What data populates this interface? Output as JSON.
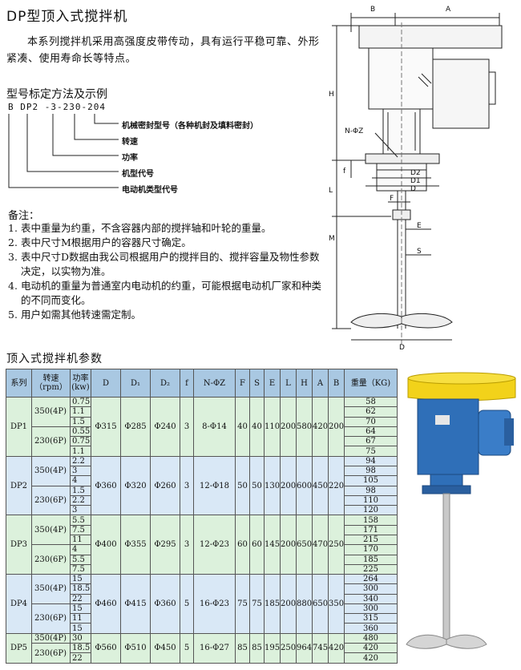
{
  "title": "DP型顶入式搅拌机",
  "intro": "本系列搅拌机采用高强度皮带传动，具有运行平稳可靠、外形紧凑、使用寿命长等特点。",
  "model": {
    "heading": "型号标定方法及示例",
    "code": "B  DP2 -3-230-204",
    "callouts": [
      "机械密封型号（各种机封及填料密封）",
      "转速",
      "功率",
      "机型代号",
      "电动机类型代号"
    ]
  },
  "notes": {
    "heading": "备注：",
    "items": [
      {
        "num": "1.",
        "text": "表中重量为约重，不含容器内部的搅拌轴和叶轮的重量。"
      },
      {
        "num": "2.",
        "text": "表中尺寸M根据用户的容器尺寸确定。"
      },
      {
        "num": "3.",
        "text": "表中尺寸D数据由我公司根据用户的搅拌目的、搅拌容量及物性参数决定，以实物为准。"
      },
      {
        "num": "4.",
        "text": "电动机的重量为普通室内电动机的约重，可能根据电动机厂家和种类的不同而变化。"
      },
      {
        "num": "5.",
        "text": "用户如需其他转速需定制。"
      }
    ]
  },
  "diagram_labels": {
    "B": "B",
    "A": "A",
    "H": "H",
    "NphiZ": "N-ΦZ",
    "f": "f",
    "D2": "D2",
    "D1": "D1",
    "D": "D",
    "L": "L",
    "F": "F",
    "E": "E",
    "M": "M",
    "S": "S",
    "Dbottom": "D"
  },
  "table": {
    "title": "顶入式搅拌机参数",
    "headers": {
      "series": "系列",
      "speed": "转速\n（rpm）",
      "power": "功率\n(kw)",
      "D": "D",
      "D1": "D₁",
      "D2": "D₂",
      "f": "f",
      "NZ": "N-ΦZ",
      "F": "F",
      "S": "S",
      "E": "E",
      "L": "L",
      "H": "H",
      "A": "A",
      "B": "B",
      "weight": "重量（KG)"
    },
    "groups": [
      {
        "series": "DP1",
        "speeds": [
          {
            "label": "350(4P)",
            "rows": 3
          },
          {
            "label": "230(6P)",
            "rows": 3
          }
        ],
        "powers": [
          "0.75",
          "1.1",
          "1.5",
          "0.55",
          "0.75",
          "1.1"
        ],
        "weights": [
          "58",
          "62",
          "70",
          "64",
          "67",
          "75"
        ],
        "D": "Φ315",
        "D1": "Φ285",
        "D2": "Φ240",
        "f": "3",
        "NZ": "8-Φ14",
        "F": "40",
        "S": "40",
        "E": "110",
        "L": "200",
        "H": "580",
        "A": "420",
        "B": "200"
      },
      {
        "series": "DP2",
        "speeds": [
          {
            "label": "350(4P)",
            "rows": 3
          },
          {
            "label": "230(6P)",
            "rows": 3
          }
        ],
        "powers": [
          "2.2",
          "3",
          "4",
          "1.5",
          "2.2",
          "3"
        ],
        "weights": [
          "94",
          "98",
          "105",
          "98",
          "110",
          "120"
        ],
        "D": "Φ360",
        "D1": "Φ320",
        "D2": "Φ260",
        "f": "3",
        "NZ": "12-Φ18",
        "F": "50",
        "S": "50",
        "E": "130",
        "L": "200",
        "H": "600",
        "A": "450",
        "B": "220"
      },
      {
        "series": "DP3",
        "speeds": [
          {
            "label": "350(4P)",
            "rows": 3
          },
          {
            "label": "230(6P)",
            "rows": 3
          }
        ],
        "powers": [
          "5.5",
          "7.5",
          "11",
          "4",
          "5.5",
          "7.5"
        ],
        "weights": [
          "158",
          "171",
          "215",
          "170",
          "185",
          "225"
        ],
        "D": "Φ400",
        "D1": "Φ355",
        "D2": "Φ295",
        "f": "3",
        "NZ": "12-Φ23",
        "F": "60",
        "S": "60",
        "E": "145",
        "L": "200",
        "H": "650",
        "A": "470",
        "B": "250"
      },
      {
        "series": "DP4",
        "speeds": [
          {
            "label": "350(4P)",
            "rows": 3
          },
          {
            "label": "230(6P)",
            "rows": 3
          }
        ],
        "powers": [
          "15",
          "18.5",
          "22",
          "15",
          "11",
          "15"
        ],
        "weights": [
          "264",
          "300",
          "340",
          "300",
          "315",
          "360"
        ],
        "D": "Φ460",
        "D1": "Φ415",
        "D2": "Φ360",
        "f": "5",
        "NZ": "16-Φ23",
        "F": "75",
        "S": "75",
        "E": "185",
        "L": "200",
        "H": "880",
        "A": "650",
        "B": "350"
      },
      {
        "series": "DP5",
        "speeds": [
          {
            "label": "350(4P)",
            "rows": 1
          },
          {
            "label": "230(6P)",
            "rows": 2
          }
        ],
        "powers": [
          "30",
          "18.5",
          "22"
        ],
        "weights": [
          "480",
          "420",
          "420"
        ],
        "D": "Φ560",
        "D1": "Φ510",
        "D2": "Φ450",
        "f": "5",
        "NZ": "16-Φ27",
        "F": "85",
        "S": "85",
        "E": "195",
        "L": "250",
        "H": "964",
        "A": "745",
        "B": "420"
      }
    ]
  },
  "colors": {
    "header_bg": "#a9c8e2",
    "green_rows": "#dcf1dc",
    "blue_rows": "#d9e8f6",
    "motor_yellow": "#f2d21a",
    "motor_blue": "#2f6fb8"
  }
}
